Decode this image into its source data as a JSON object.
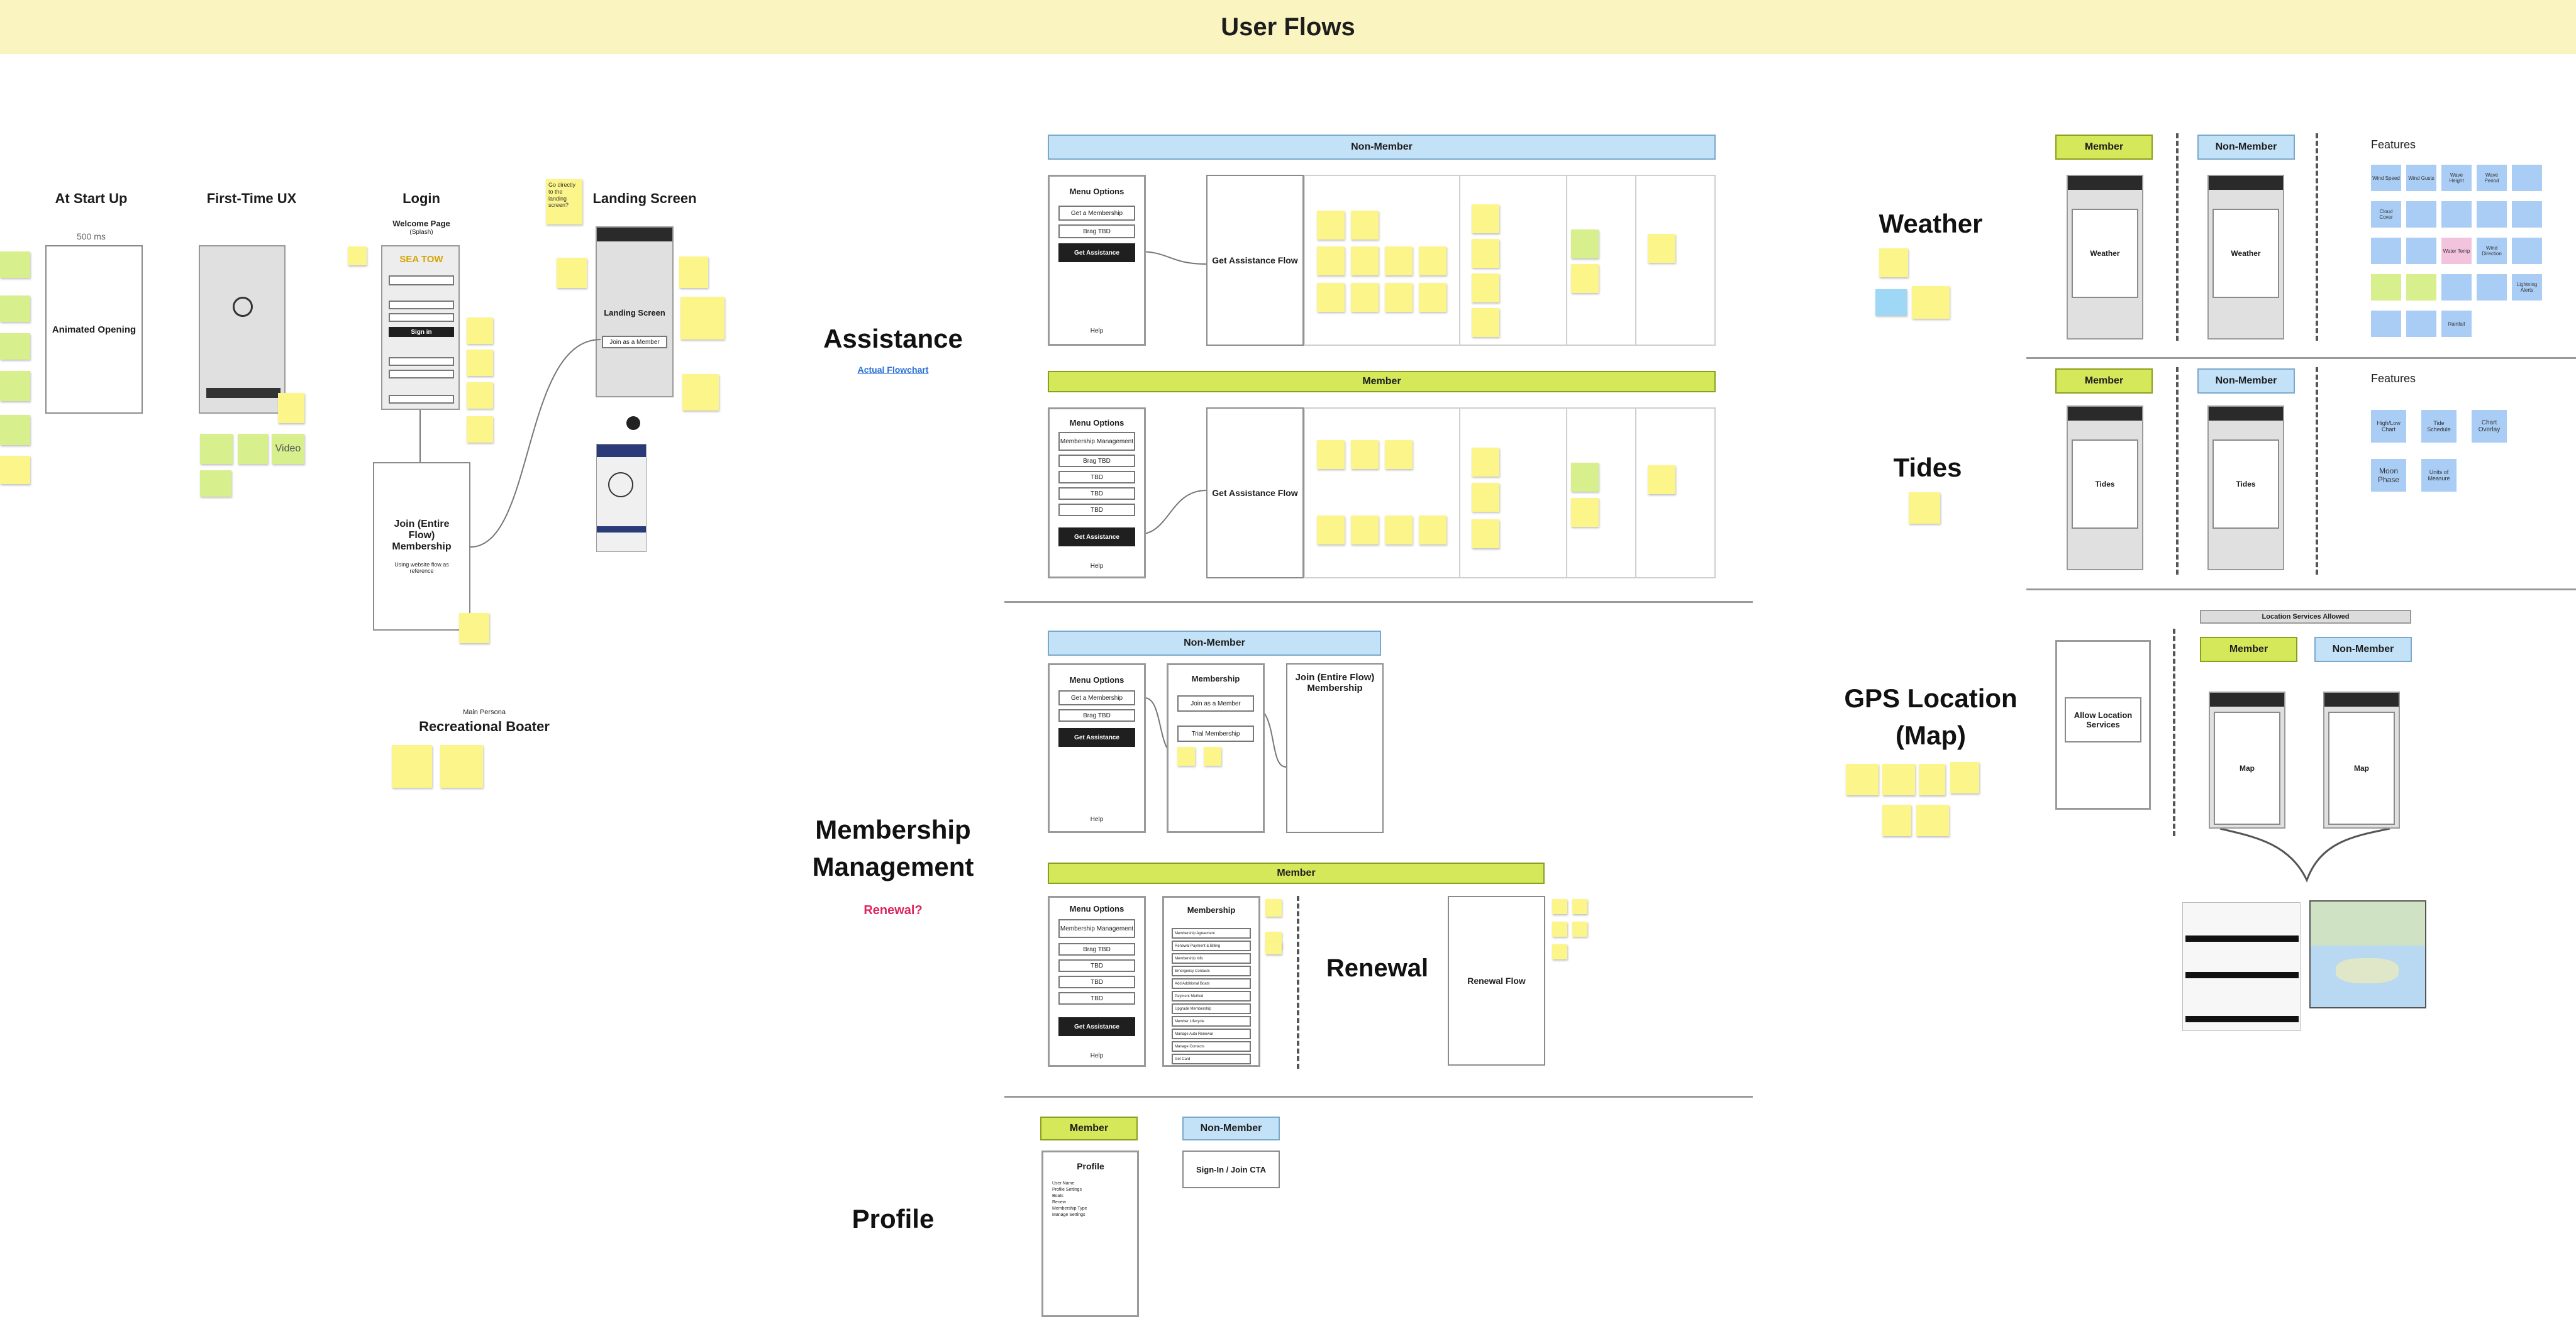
{
  "banner": {
    "title": "User Flows"
  },
  "left": {
    "at_start_up": {
      "title": "At Start Up",
      "sub": "500 ms",
      "box": "Animated Opening"
    },
    "first_time": {
      "title": "First-Time UX",
      "video": "Video"
    },
    "login": {
      "title": "Login",
      "welcome": "Welcome Page",
      "splash": "(Splash)",
      "logo": "SEA TOW",
      "signin": "Sign in"
    },
    "join": {
      "title": "Join (Entire Flow) Membership",
      "sub": "Using website flow as reference"
    },
    "landing": {
      "title": "Landing Screen",
      "screen": "Landing Screen",
      "join_btn": "Join as a Member"
    },
    "persona": {
      "label": "Main Persona",
      "name": "Recreational Boater"
    },
    "go_directly": "Go directly to the landing screen?"
  },
  "sections": {
    "assistance": {
      "title": "Assistance",
      "link": "Actual Flowchart"
    },
    "membership": {
      "title_line1": "Membership",
      "title_line2": "Management",
      "renewal_q": "Renewal?"
    },
    "profile": {
      "title": "Profile"
    },
    "weather": {
      "title": "Weather"
    },
    "tides": {
      "title": "Tides"
    },
    "gps": {
      "title_line1": "GPS Location",
      "title_line2": "(Map)"
    }
  },
  "labels": {
    "member": "Member",
    "non_member": "Non-Member",
    "menu_options": "Menu Options",
    "get_membership": "Get a Membership",
    "membership_management": "Membership Management",
    "buy_tbd": "Brag TBD",
    "tbd": "TBD",
    "get_assistance": "Get Assistance",
    "help": "Help",
    "get_assistance_flow": "Get Assistance Flow",
    "membership": "Membership",
    "join_member": "Join as a Member",
    "trial_membership": "Trial Membership",
    "join_entire": "Join (Entire Flow) Membership",
    "renewal": "Renewal",
    "renewal_flow": "Renewal Flow",
    "profile": "Profile",
    "signin_cta": "Sign-In / Join CTA",
    "weather": "Weather",
    "tides": "Tides",
    "map": "Map",
    "allow_location": "Allow Location Services",
    "location_allowed": "Location Services Allowed",
    "features": "Features"
  },
  "weather_features": [
    "Wind Speed",
    "Wind Gusts",
    "Wave Height",
    "Wave Period",
    "Cloud Cover",
    "Water Temp",
    "Wind Direction",
    "Lightning Alerts",
    "Rainfall"
  ],
  "tides_features": [
    "High/Low Chart",
    "Tide Schedule",
    "Chart Overlay",
    "Moon Phase",
    "Units of Measure"
  ],
  "profile_items": [
    "User Name",
    "Profile Settings",
    "Boats",
    "Renew",
    "Membership Type",
    "Manage Settings"
  ],
  "membership_list": [
    "Membership Agreement",
    "Renewal Payment & Billing",
    "Membership Info",
    "Emergency Contacts",
    "Add Additional Boats",
    "Payment Method",
    "Upgrade Membership",
    "Member Lifecycle",
    "Manage Auto Renewal",
    "Manage Contacts",
    "Get Card"
  ]
}
